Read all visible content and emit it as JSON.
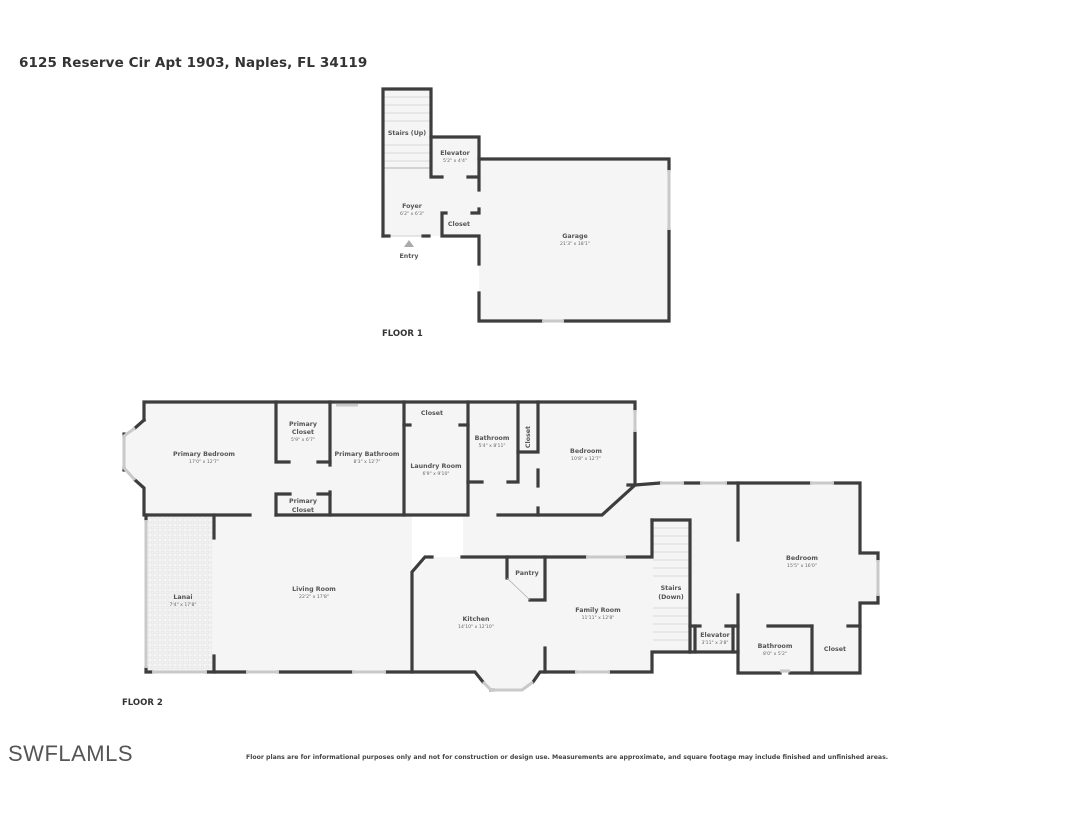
{
  "address": "6125 Reserve Cir Apt 1903, Naples, FL 34119",
  "floors": [
    {
      "label": "FLOOR 1",
      "rooms": [
        {
          "name": "Stairs (Up)",
          "dims": ""
        },
        {
          "name": "Elevator",
          "dims": "5'2\" x 4'4\""
        },
        {
          "name": "Foyer",
          "dims": "6'2\" x 6'3\""
        },
        {
          "name": "Closet",
          "dims": ""
        },
        {
          "name": "Garage",
          "dims": "21'3\" x 18'1\""
        },
        {
          "name": "Entry",
          "dims": ""
        }
      ]
    },
    {
      "label": "FLOOR 2",
      "rooms": [
        {
          "name": "Primary Bedroom",
          "dims": "17'0\" x 12'7\""
        },
        {
          "name": "Primary Closet",
          "dims": "5'9\" x 6'7\""
        },
        {
          "name": "Primary Closet",
          "dims": ""
        },
        {
          "name": "Primary Bathroom",
          "dims": "8'3\" x 12'7\""
        },
        {
          "name": "Closet",
          "dims": ""
        },
        {
          "name": "Laundry Room",
          "dims": "6'9\" x 9'10\""
        },
        {
          "name": "Bathroom",
          "dims": "5'4\" x 8'11\""
        },
        {
          "name": "Closet",
          "dims": ""
        },
        {
          "name": "Bedroom",
          "dims": "10'8\" x 12'7\""
        },
        {
          "name": "Lanai",
          "dims": "7'4\" x 17'8\""
        },
        {
          "name": "Living Room",
          "dims": "22'2\" x 17'8\""
        },
        {
          "name": "Pantry",
          "dims": ""
        },
        {
          "name": "Kitchen",
          "dims": "14'10\" x 12'10\""
        },
        {
          "name": "Family Room",
          "dims": "11'11\" x 12'8\""
        },
        {
          "name": "Stairs (Down)",
          "dims": ""
        },
        {
          "name": "Elevator",
          "dims": "3'11\" x 3'8\""
        },
        {
          "name": "Bedroom",
          "dims": "15'5\" x 16'0\""
        },
        {
          "name": "Bathroom",
          "dims": "8'0\" x 5'2\""
        },
        {
          "name": "Closet",
          "dims": ""
        }
      ]
    }
  ],
  "footer": {
    "logo": "SWFLAMLS",
    "disclaimer": "Floor plans are for informational purposes only and not for construction or design use. Measurements are approximate, and square footage may include finished and unfinished areas."
  }
}
